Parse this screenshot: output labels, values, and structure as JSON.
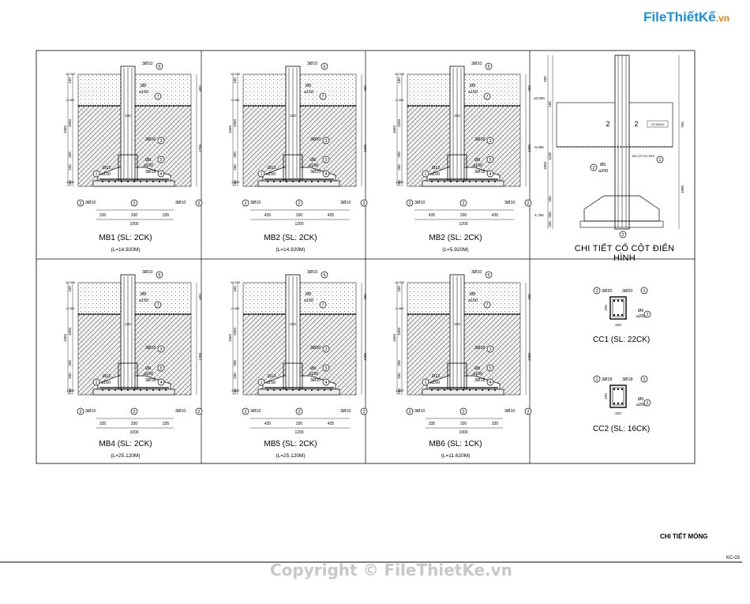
{
  "logo": {
    "brand": "File",
    "main": "ThiếtKế",
    "suffix": ".vn"
  },
  "sheet": {
    "title": "CHI TIẾT MÓNG",
    "number": "KC-03"
  },
  "watermark": "Copyright © FileThietKe.vn",
  "footings": [
    {
      "id": "mb1",
      "label": "MB1 (SL: 2CK)",
      "length": "(L=14.920M)",
      "dims": [
        "335",
        "330",
        "335"
      ],
      "total": "1000",
      "rebar_top": "3Ø10",
      "stirrup": "Ø8",
      "spacing": "a150",
      "mid": "3Ø16",
      "bot": "3Ø18",
      "base": "Ø12",
      "base_spacing": "a150",
      "side": "3Ø10"
    },
    {
      "id": "mb2a",
      "label": "MB2 (SL: 2CK)",
      "length": "(L=14.920M)",
      "dims": [
        "435",
        "330",
        "435"
      ],
      "total": "1200",
      "rebar_top": "3Ø10",
      "stirrup": "Ø8",
      "spacing": "a150",
      "mid": "3Ø20",
      "bot": "3Ø20",
      "base": "Ø12",
      "base_spacing": "a150",
      "side": "3Ø10"
    },
    {
      "id": "mb2b",
      "label": "MB2 (SL: 2CK)",
      "length": "(L=5.920M)",
      "dims": [
        "435",
        "330",
        "435"
      ],
      "total": "1200",
      "rebar_top": "3Ø10",
      "stirrup": "Ø8",
      "spacing": "a150",
      "mid": "3Ø18",
      "bot": "3Ø18",
      "base": "Ø12",
      "base_spacing": "a150",
      "side": "3Ø10"
    },
    {
      "id": "mb4",
      "label": "MB4 (SL: 2CK)",
      "length": "(L=25.120M)",
      "dims": [
        "335",
        "330",
        "335"
      ],
      "total": "1000",
      "rebar_top": "3Ø10",
      "stirrup": "Ø8",
      "spacing": "a150",
      "mid": "3Ø16",
      "bot": "3Ø18",
      "base": "Ø12",
      "base_spacing": "a150",
      "side": "3Ø10"
    },
    {
      "id": "mb5",
      "label": "MB5 (SL: 2CK)",
      "length": "(L=25.120M)",
      "dims": [
        "435",
        "330",
        "435"
      ],
      "total": "1200",
      "rebar_top": "3Ø10",
      "stirrup": "Ø8",
      "spacing": "a150",
      "mid": "3Ø20",
      "bot": "3Ø20",
      "base": "Ø12",
      "base_spacing": "a150",
      "side": "3Ø10"
    },
    {
      "id": "mb6",
      "label": "MB6 (SL: 1CK)",
      "length": "(L=11.620M)",
      "dims": [
        "335",
        "330",
        "335"
      ],
      "total": "1000",
      "rebar_top": "3Ø10",
      "stirrup": "Ø8",
      "spacing": "a150",
      "mid": "3Ø18",
      "bot": "3Ø18",
      "base": "Ø12",
      "base_spacing": "a150",
      "side": "3Ø10"
    }
  ],
  "levels": {
    "top": "±0.000",
    "mid": "-0.450",
    "bottom": "-1.650"
  },
  "vertical_dims": [
    "100",
    "1650",
    "1050",
    "200",
    "200",
    "100",
    "450",
    "1200"
  ],
  "column_detail": {
    "title": "CHI TIẾT CỔ CỘT ĐIỂN HÌNH",
    "levels": [
      "±0.000",
      "-0.450",
      "-1.750"
    ],
    "dims": [
      "600",
      "100",
      "750",
      "1100",
      "1850",
      "250",
      "1000",
      "200",
      "100"
    ],
    "notes": [
      "CỔ MÓNG",
      "*ĐÀ CỐT BỊ THÉP",
      "Ø6",
      "a200"
    ],
    "section_marks": [
      "2",
      "2"
    ]
  },
  "sections": [
    {
      "label": "CC1 (SL: 22CK)",
      "top": "3Ø20",
      "bot": "3Ø20",
      "stirrup": "Ø6",
      "spacing": "a200",
      "w": "220",
      "h": "220"
    },
    {
      "label": "CC2 (SL: 16CK)",
      "top": "3Ø18",
      "bot": "3Ø18",
      "stirrup": "Ø6",
      "spacing": "a200",
      "w": "220",
      "h": "220"
    }
  ]
}
